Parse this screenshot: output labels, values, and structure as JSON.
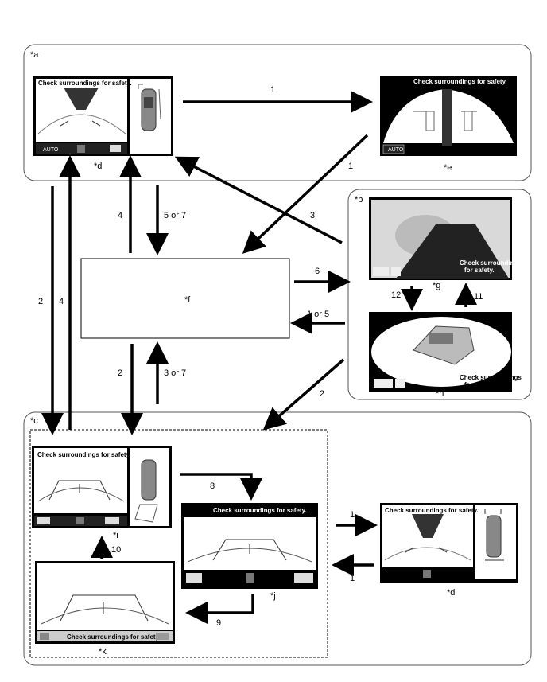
{
  "groups": {
    "a": "*a",
    "b": "*b",
    "c": "*c"
  },
  "screens": {
    "d_top": "*d",
    "e": "*e",
    "f": "*f",
    "g": "*g",
    "h": "*h",
    "i": "*i",
    "j": "*j",
    "k": "*k",
    "d_bottom": "*d"
  },
  "caption": "Check surroundings for safety.",
  "caption_line1": "Check surroundings",
  "caption_line2": "for safety.",
  "auto_label": "AUTO",
  "arrows": {
    "a1": "1",
    "a1b": "1",
    "a2_left": "2",
    "a4_left": "4",
    "a4": "4",
    "a5or7": "5 or 7",
    "a3": "3",
    "a6": "6",
    "a1or5": "1 or 5",
    "a2_mid": "2",
    "a3or7": "3 or 7",
    "a2_right": "2",
    "a12": "12",
    "a11": "11",
    "a8": "8",
    "a10": "10",
    "a9": "9",
    "a1c": "1",
    "a1d": "1"
  }
}
